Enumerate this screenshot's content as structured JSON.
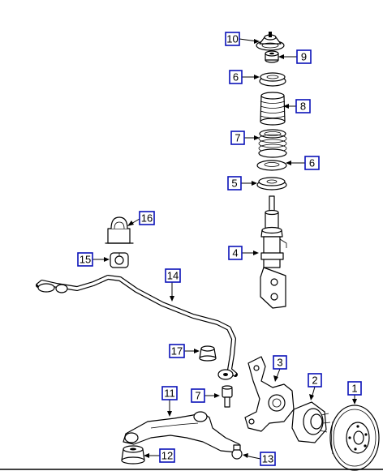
{
  "callouts": [
    {
      "label": "10",
      "part": "strut-mount"
    },
    {
      "label": "9",
      "part": "mount-bushing"
    },
    {
      "label": "6",
      "part": "upper-insulator"
    },
    {
      "label": "8",
      "part": "dust-boot"
    },
    {
      "label": "7",
      "part": "coil-spring"
    },
    {
      "label": "6",
      "part": "lower-insulator"
    },
    {
      "label": "5",
      "part": "spring-seat"
    },
    {
      "label": "4",
      "part": "strut-assembly"
    },
    {
      "label": "16",
      "part": "stabilizer-bracket"
    },
    {
      "label": "15",
      "part": "stabilizer-bushing"
    },
    {
      "label": "14",
      "part": "stabilizer-bar"
    },
    {
      "label": "17",
      "part": "link-bushing"
    },
    {
      "label": "3",
      "part": "steering-knuckle"
    },
    {
      "label": "2",
      "part": "hub-bearing"
    },
    {
      "label": "1",
      "part": "brake-rotor"
    },
    {
      "label": "11",
      "part": "lower-control-arm"
    },
    {
      "label": "7",
      "part": "ball-joint-bolt"
    },
    {
      "label": "12",
      "part": "control-arm-bushing"
    },
    {
      "label": "13",
      "part": "ball-joint"
    }
  ],
  "colors": {
    "callout_border": "#0a12b8",
    "line": "#000000",
    "background": "#ffffff"
  }
}
